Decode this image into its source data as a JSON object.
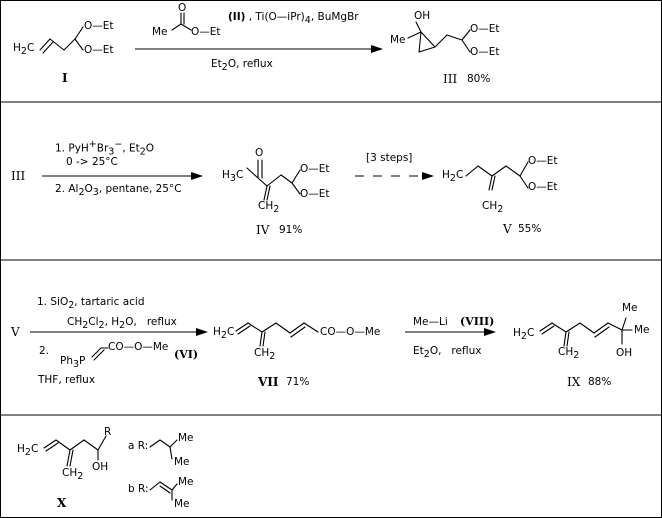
{
  "row1": {
    "cmpd_I": {
      "label": "I",
      "text_OEt1": "O—Et",
      "text_OEt2": "O—Et",
      "text_H2C": "H2C"
    },
    "reagent_ester": {
      "text_Me": "Me",
      "text_O": "O",
      "text_OEt": "O—Et"
    },
    "reagents_top": "(II) , Ti(O—iPr)4, BuMgBr",
    "reagents_bottom": "Et2O, reflux",
    "cmpd_III": {
      "label": "III",
      "yield": "80%",
      "text_OH": "OH",
      "text_Me": "Me",
      "text_OEt1": "O—Et",
      "text_OEt2": "O—Et"
    }
  },
  "row2": {
    "start_label": "III",
    "step1": "1. PyH+Br3−, Et2O",
    "step1b": "0 -> 25°C",
    "step2": "2. Al2O3, pentane, 25°C",
    "cmpd_IV": {
      "label": "IV",
      "yield": "91%",
      "text_O": "O",
      "text_H3C": "H3C",
      "text_CH2": "CH2",
      "text_OEt1": "O—Et",
      "text_OEt2": "O—Et"
    },
    "steps_label": "[3 steps]",
    "cmpd_V": {
      "label": "V",
      "yield": "55%",
      "text_H2C": "H2C",
      "text_CH2": "CH2",
      "text_OEt1": "O—Et",
      "text_OEt2": "O—Et"
    }
  },
  "row3": {
    "start_label": "V",
    "step1": "1. SiO2, tartaric acid",
    "step1b": "CH2Cl2, H2O, reflux",
    "step2_num": "2.",
    "step2_ylide": "Ph3P",
    "step2_ester": "CO—O—Me",
    "step2_ref": "(VI)",
    "step2b": "THF, reflux",
    "cmpd_VII": {
      "label": "VII",
      "yield": "71%",
      "text_H2C": "H2C",
      "text_CH2": "CH2",
      "text_ester": "CO—O—Me"
    },
    "reagent_MeLi": "Me—Li",
    "reagent_ref": "(VIII)",
    "conditions": "Et2O, reflux",
    "cmpd_IX": {
      "label": "IX",
      "yield": "88%",
      "text_H2C": "H2C",
      "text_CH2": "CH2",
      "text_Me1": "Me",
      "text_Me2": "Me",
      "text_OH": "OH"
    }
  },
  "row4": {
    "cmpd_X": {
      "label": "X",
      "text_H2C": "H2C",
      "text_CH2": "CH2",
      "text_OH": "OH",
      "text_R": "R"
    },
    "sub_a": {
      "prefix": "a R:",
      "text_Me1": "Me",
      "text_Me2": "Me"
    },
    "sub_b": {
      "prefix": "b R:",
      "text_Me1": "Me",
      "text_Me2": "Me"
    }
  }
}
